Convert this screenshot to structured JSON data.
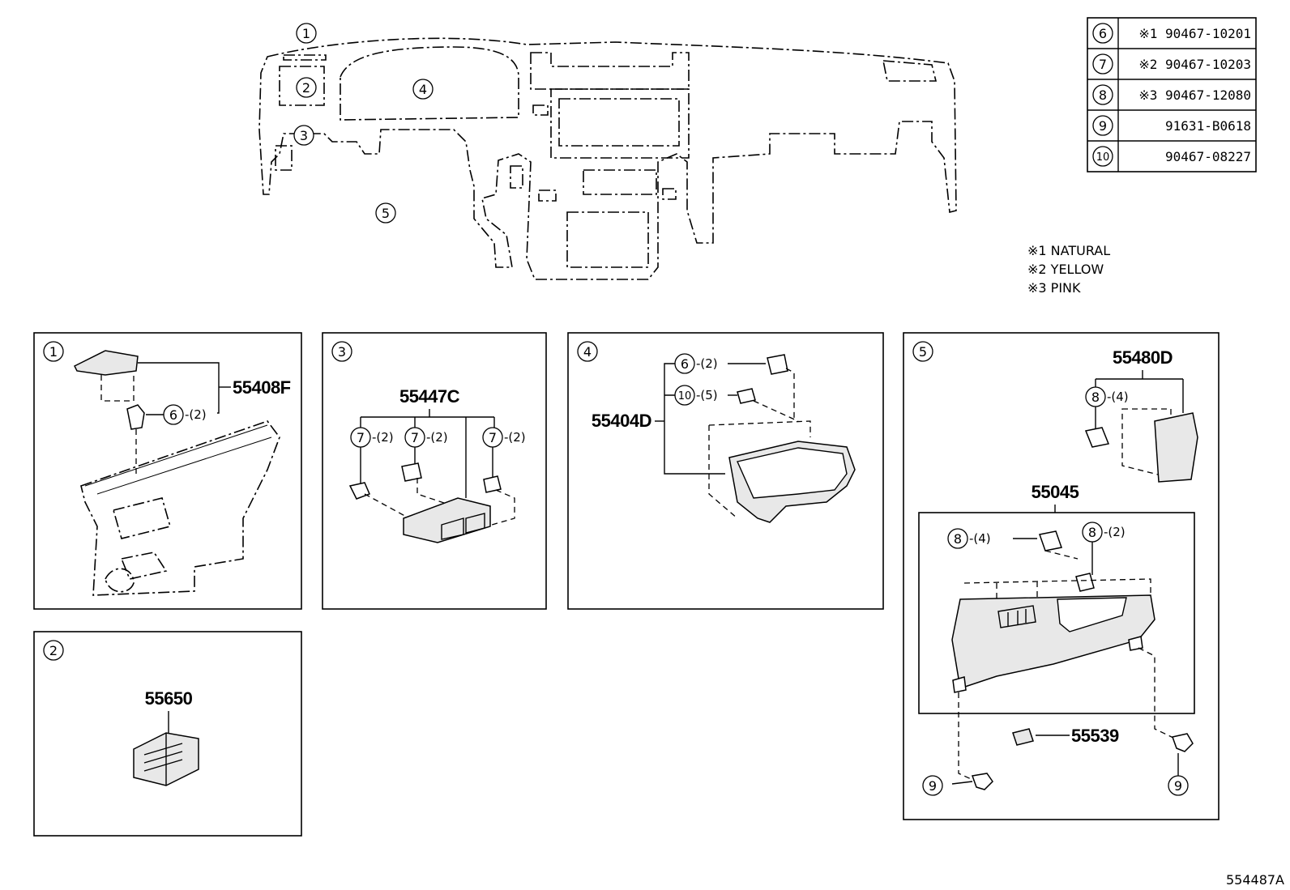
{
  "callouts": [
    "1",
    "2",
    "3",
    "4",
    "5",
    "6",
    "7",
    "8",
    "9",
    "10"
  ],
  "overview": {
    "labels": [
      "1",
      "2",
      "3",
      "4",
      "5"
    ]
  },
  "fastener_table": [
    {
      "ref": "6",
      "part": "※1 90467-10201"
    },
    {
      "ref": "7",
      "part": "※2 90467-10203"
    },
    {
      "ref": "8",
      "part": "※3 90467-12080"
    },
    {
      "ref": "9",
      "part": "91631-B0618"
    },
    {
      "ref": "10",
      "part": "90467-08227"
    }
  ],
  "notes": [
    "※1 NATURAL",
    "※2 YELLOW",
    "※3 PINK"
  ],
  "panels": {
    "p1": {
      "label": "1",
      "part": "55408F",
      "clip_ref": "6",
      "clip_qty": "-(2)"
    },
    "p2": {
      "label": "2",
      "part": "55650"
    },
    "p3": {
      "label": "3",
      "part": "55447C",
      "clip_ref": "7",
      "clip_qty": "-(2)"
    },
    "p4": {
      "label": "4",
      "part": "55404D",
      "clip_a_ref": "6",
      "clip_a_qty": "-(2)",
      "clip_b_ref": "10",
      "clip_b_qty": "-(5)"
    },
    "p5": {
      "label": "5",
      "part_top": "55480D",
      "part_lower": "55045",
      "part_clip": "55539",
      "clip_top_ref": "8",
      "clip_top_qty": "-(4)",
      "clip_left_ref": "8",
      "clip_left_qty": "-(4)",
      "clip_right_ref": "8",
      "clip_right_qty": "-(2)",
      "screw_ref": "9"
    }
  },
  "figure_id": "554487A"
}
